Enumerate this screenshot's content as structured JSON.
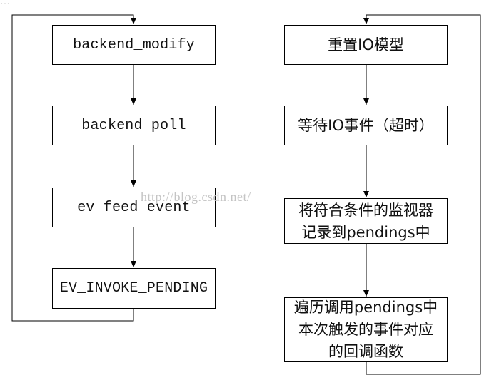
{
  "top_strip": "…",
  "left_flow": {
    "box1": "backend_modify",
    "box2": "backend_poll",
    "box3": "ev_feed_event",
    "box4": "EV_INVOKE_PENDING"
  },
  "right_flow": {
    "box1": "重置IO模型",
    "box2": "等待IO事件（超时）",
    "box3": [
      "将符合条件的监视器",
      "记录到pendings中"
    ],
    "box4": [
      "遍历调用pendings中",
      "本次触发的事件对应",
      "的回调函数"
    ]
  },
  "watermark": "http://blog.csdn.net/"
}
